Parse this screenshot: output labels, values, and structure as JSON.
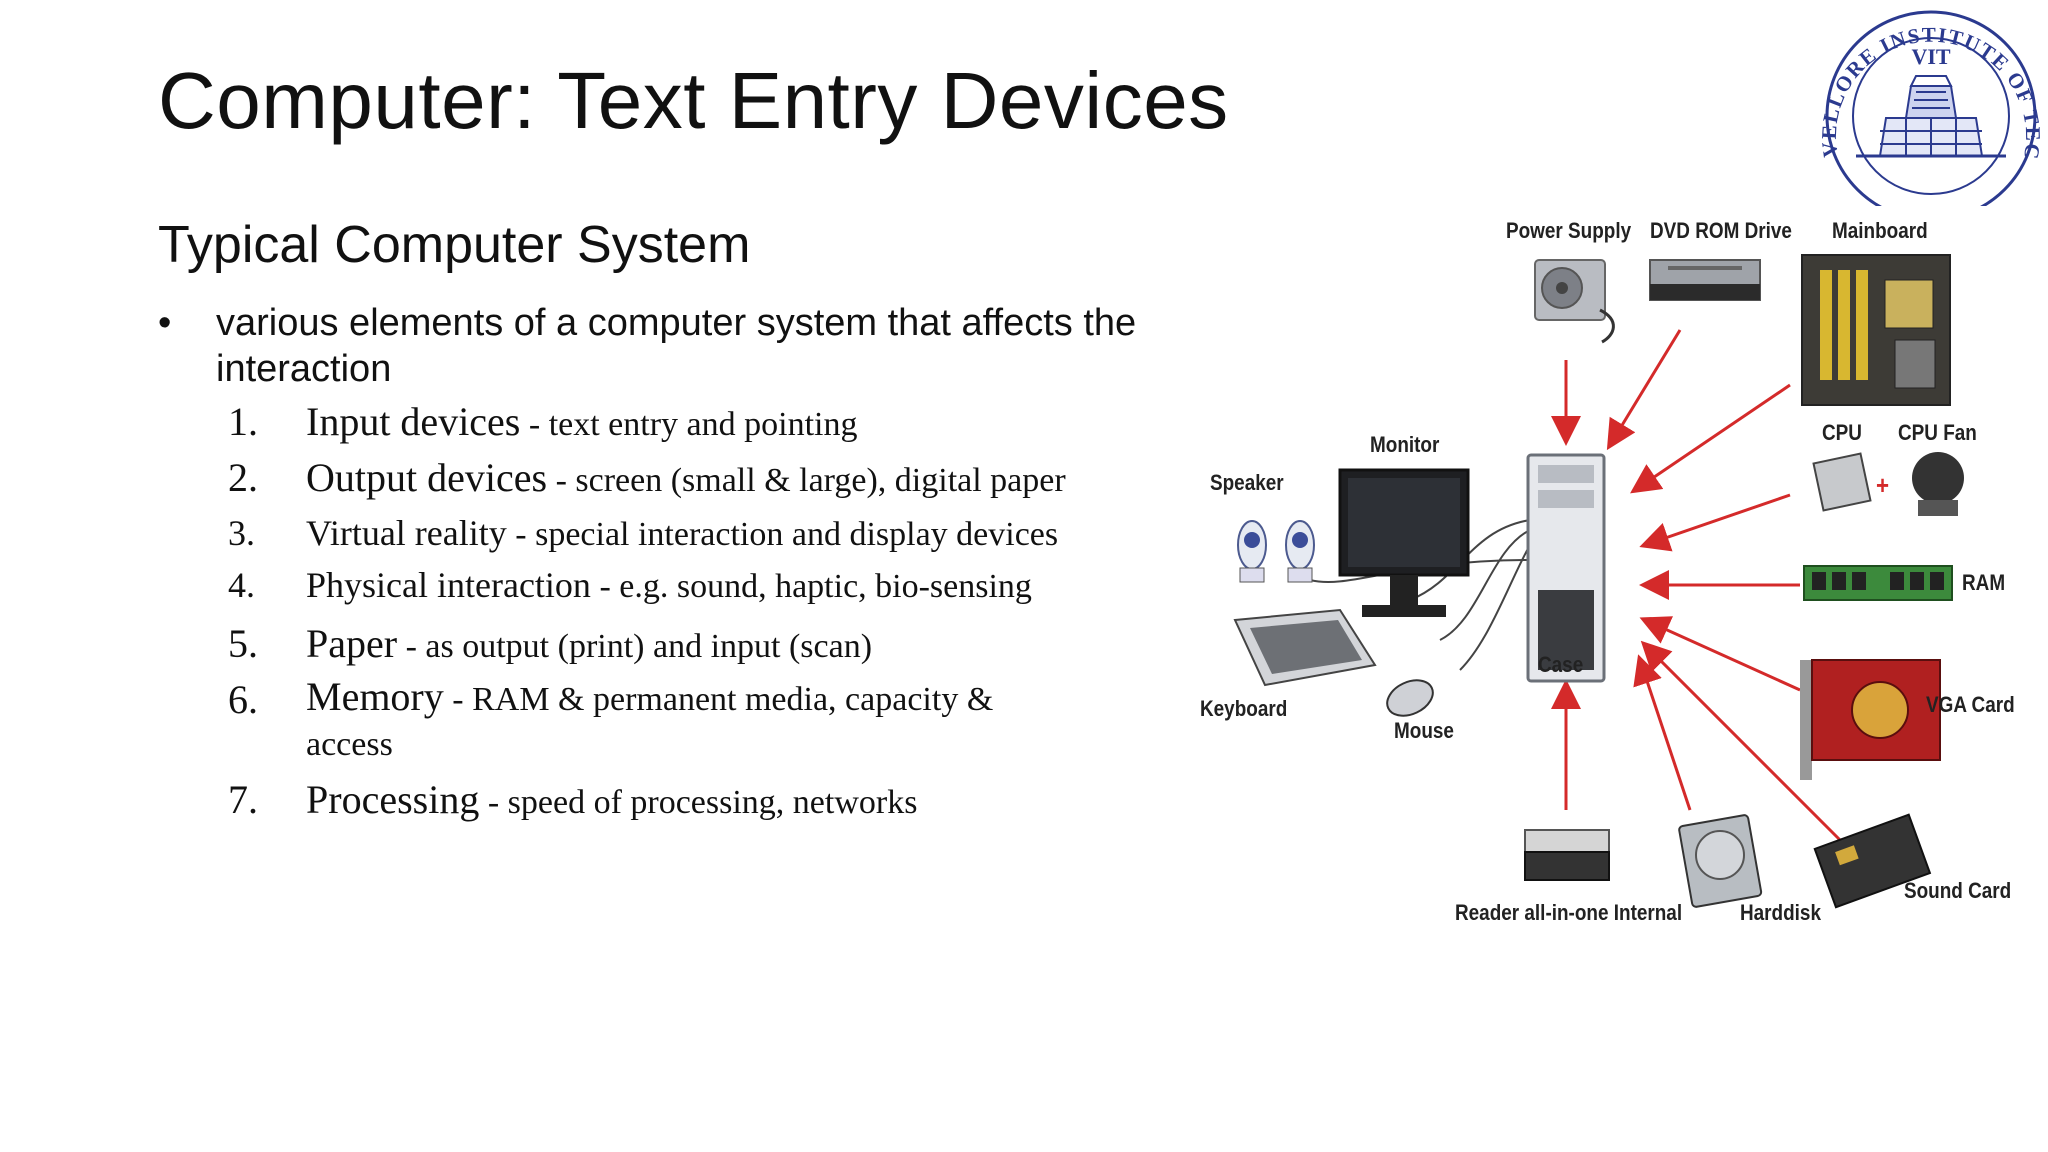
{
  "slide": {
    "title": "Computer: Text Entry Devices",
    "subtitle": "Typical Computer System",
    "bullet": {
      "marker": "•",
      "text": "various elements of a computer system that affects the interaction"
    },
    "items": [
      {
        "num": "1.",
        "lead": "Input devices",
        "text": " - text entry and pointing"
      },
      {
        "num": "2.",
        "lead": "Output devices",
        "text": " - screen (small & large), digital paper"
      },
      {
        "num": "3.",
        "lead": "Virtual reality",
        "text": " - special interaction and display devices"
      },
      {
        "num": "4.",
        "lead": "Physical interaction",
        "text": " - e.g. sound, haptic, bio-sensing"
      },
      {
        "num": "5.",
        "lead": "Paper",
        "text": " - as output (print) and input (scan)"
      },
      {
        "num": "6.",
        "lead": "Memory",
        "text": " - RAM & permanent media, capacity & access"
      },
      {
        "num": "7.",
        "lead": "Processing",
        "text": " - speed of processing, networks"
      }
    ]
  },
  "logo": {
    "ring_text": "VELLORE INSTITUTE OF TECHNOLOGY",
    "abbr": "VIT",
    "color": "#2b3a8f"
  },
  "diagram": {
    "labels": {
      "power_supply": "Power Supply",
      "dvd": "DVD ROM Drive",
      "mainboard": "Mainboard",
      "monitor": "Monitor",
      "speaker": "Speaker",
      "cpu": "CPU",
      "cpu_fan": "CPU Fan",
      "ram": "RAM",
      "case": "Case",
      "keyboard": "Keyboard",
      "mouse": "Mouse",
      "vga": "VGA Card",
      "reader": "Reader all-in-one Internal",
      "harddisk": "Harddisk",
      "sound": "Sound Card",
      "plus": "+"
    },
    "arrow_color": "#d42a2a"
  }
}
